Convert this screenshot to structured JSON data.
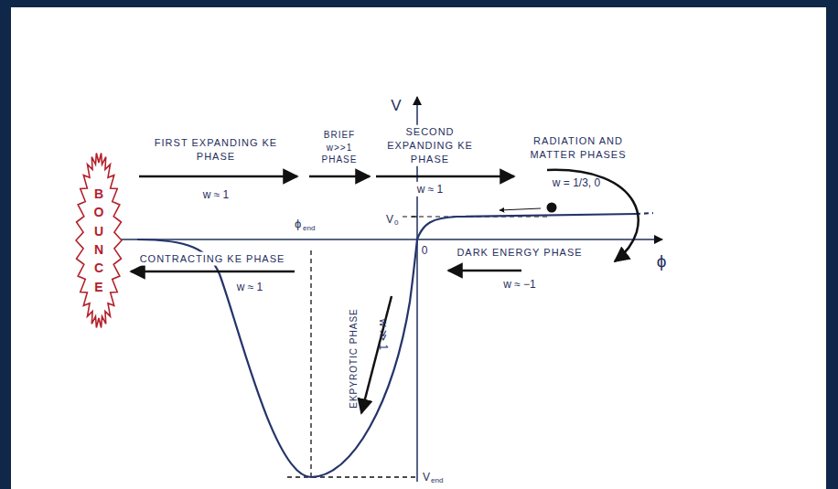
{
  "diagram": {
    "nodes": [
      {
        "text": [
          "BOUNCE"
        ]
      }
    ],
    "labels": [
      "V",
      "FIRST EXPANDING KE PHASE",
      "w ≈ 1",
      "BRIEF w>>1 PHASE",
      "SECOND EXPANDING KE PHASE",
      "w ≈ 1",
      "RADIATION AND MATTER PHASES",
      "w = 1/3, 0",
      "ϕ",
      "end",
      "V",
      "0",
      "0",
      "DARK ENERGY PHASE",
      "ϕ",
      "CONTRACTING KE PHASE",
      "w ≈ 1",
      "w ≈ −1",
      "EKPYROTIC PHASE",
      "w ≫ 1",
      "V",
      "end"
    ]
  }
}
